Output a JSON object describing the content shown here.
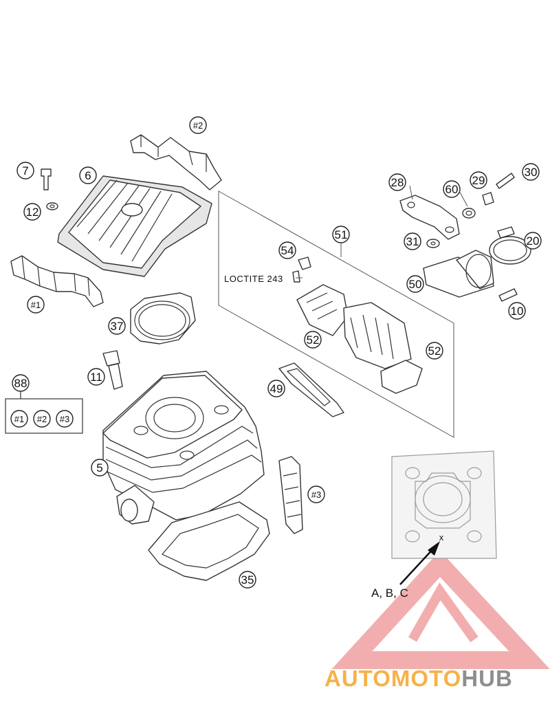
{
  "callouts": {
    "c2": "#2",
    "c7": "7",
    "c6": "6",
    "c12": "12",
    "c1": "#1",
    "c37": "37",
    "c11": "11",
    "c88": "88",
    "k1": "#1",
    "k2": "#2",
    "k3": "#3",
    "c5": "5",
    "c3": "#3",
    "c35": "35",
    "c49": "49",
    "c54": "54",
    "c51": "51",
    "c52a": "52",
    "c52b": "52",
    "c28": "28",
    "c60": "60",
    "c29": "29",
    "c30": "30",
    "c31": "31",
    "c20": "20",
    "c50": "50",
    "c10": "10"
  },
  "note_loctite": "LOCTITE 243",
  "detail_label": "A, B, C",
  "detail_mark": "x",
  "watermark": {
    "part1": "AUTOMOTO",
    "part2": "HUB",
    "colors": {
      "orange": "#f5b24a",
      "red": "#e8453c",
      "grey": "#8e8e8e"
    }
  }
}
